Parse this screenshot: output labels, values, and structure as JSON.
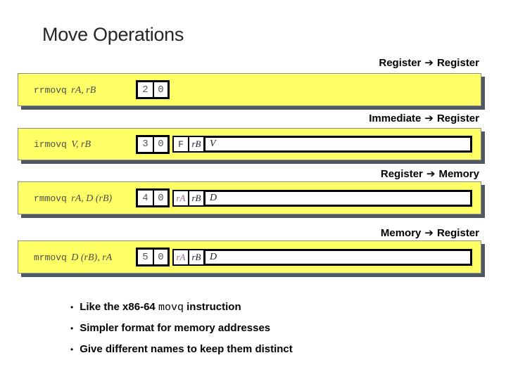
{
  "title": "Move Operations",
  "arrow_glyph": "➔",
  "colors": {
    "banner_bg": "#FFFF66",
    "banner_shadow": "#4E5964",
    "rega": "#996699",
    "title_color": "#262626",
    "mnemonic_color": "#4D4D4D"
  },
  "sections": [
    {
      "from": "Register",
      "to": "Register",
      "mnemonic": "rrmovq",
      "operands": "rA, rB",
      "byte0": [
        "2",
        "0"
      ]
    },
    {
      "from": "Immediate",
      "to": "Register",
      "mnemonic": "irmovq",
      "operands": "V, rB",
      "byte0": [
        "3",
        "0"
      ],
      "cells": [
        "F",
        "rB"
      ],
      "wide": "V"
    },
    {
      "from": "Register",
      "to": "Memory",
      "mnemonic": "rmmovq",
      "operands": "rA, D (rB)",
      "byte0": [
        "4",
        "0"
      ],
      "cells": [
        "rA",
        "rB"
      ],
      "wide": "D"
    },
    {
      "from": "Memory",
      "to": "Register",
      "mnemonic": "mrmovq",
      "operands": "D (rB), rA",
      "byte0": [
        "5",
        "0"
      ],
      "cells": [
        "rA",
        "rB"
      ],
      "wide": "D"
    }
  ],
  "bullets": [
    {
      "pre": "Like the x86-64 ",
      "code": "movq",
      "post": " instruction"
    },
    {
      "pre": "Simpler format for memory addresses",
      "code": "",
      "post": ""
    },
    {
      "pre": "Give different names to keep them distinct",
      "code": "",
      "post": ""
    }
  ]
}
